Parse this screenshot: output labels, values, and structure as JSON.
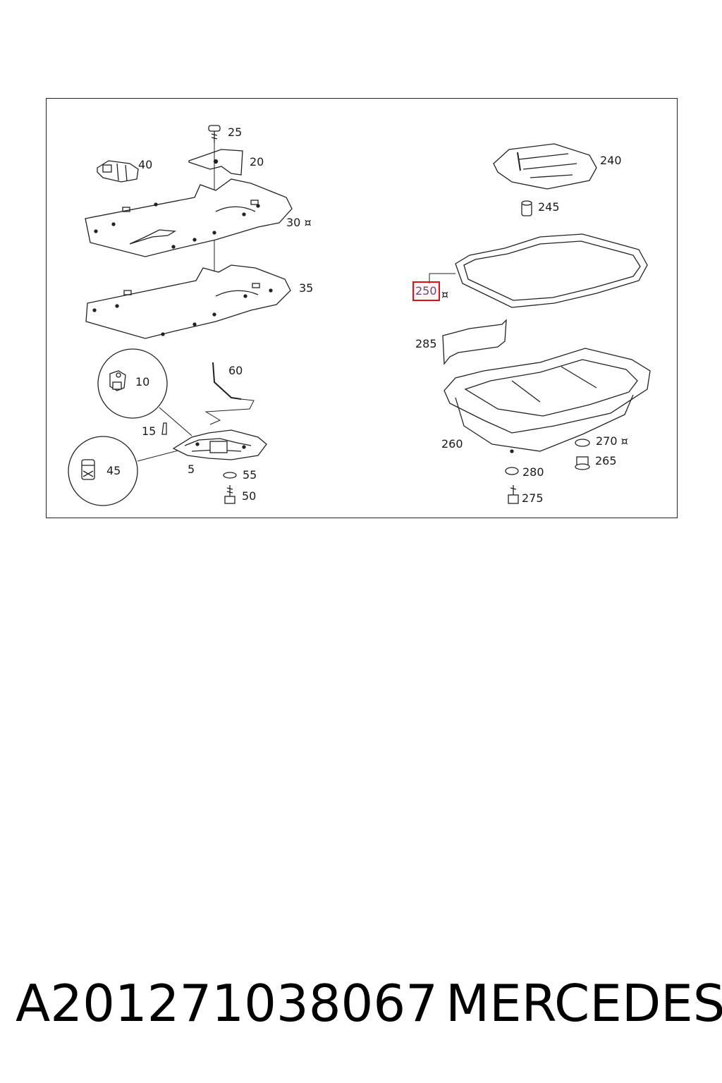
{
  "diagram": {
    "callouts": {
      "c5": "5",
      "c10": "10",
      "c15": "15",
      "c20": "20",
      "c25": "25",
      "c30": "30 ¤",
      "c35": "35",
      "c40": "40",
      "c45": "45",
      "c50": "50",
      "c55": "55",
      "c60": "60",
      "c240": "240",
      "c245": "245",
      "c250": "250",
      "c250_suffix": "¤",
      "c260": "260",
      "c265": "265",
      "c270": "270 ¤",
      "c275": "275",
      "c280": "280",
      "c285": "285"
    },
    "highlighted_callout": "250",
    "highlight_color": "#dd1111"
  },
  "caption": {
    "part_number": "A201271038067",
    "brand": "MERCEDES"
  }
}
